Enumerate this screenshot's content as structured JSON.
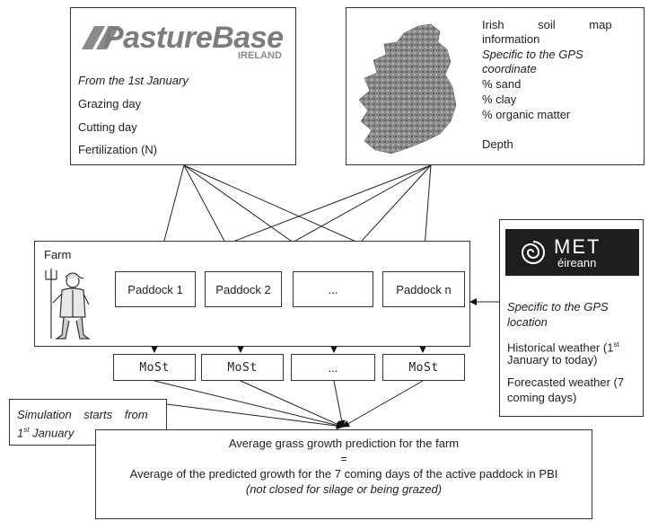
{
  "pasturebase": {
    "logo_text": "PastureBase",
    "logo_sub": "IRELAND",
    "lines": [
      "From the 1st January",
      "Grazing day",
      "Cutting day",
      "Fertilization (N)"
    ]
  },
  "soil": {
    "lines": [
      "Irish soil map",
      "information",
      "Specific to the GPS",
      "coordinate",
      "% sand",
      "% clay",
      "% organic matter",
      "",
      "Depth"
    ]
  },
  "farm": {
    "label": "Farm",
    "paddocks": [
      "Paddock 1",
      "Paddock 2",
      "...",
      "Paddock n"
    ],
    "models": [
      "MoSt",
      "MoSt",
      "...",
      "MoSt"
    ]
  },
  "met": {
    "logo_text": "MET",
    "logo_sub": "éireann",
    "location_line1": "Specific to the GPS",
    "location_line2": "location",
    "hist_line1": "Historical weather (1",
    "hist_sup": "st",
    "hist_line2": "January to today)",
    "fore_line1": "Forecasted weather (7",
    "fore_line2": "coming days)"
  },
  "simulation": {
    "line1": "Simulation starts from",
    "line2_pre": "1",
    "line2_sup": "st",
    "line2_post": " January"
  },
  "result": {
    "line1": "Average grass growth prediction for the farm",
    "line2": "=",
    "line3": "Average of the predicted growth for the 7 coming days of the active paddock in PBI",
    "line4": "(not closed for silage or being grazed)"
  }
}
